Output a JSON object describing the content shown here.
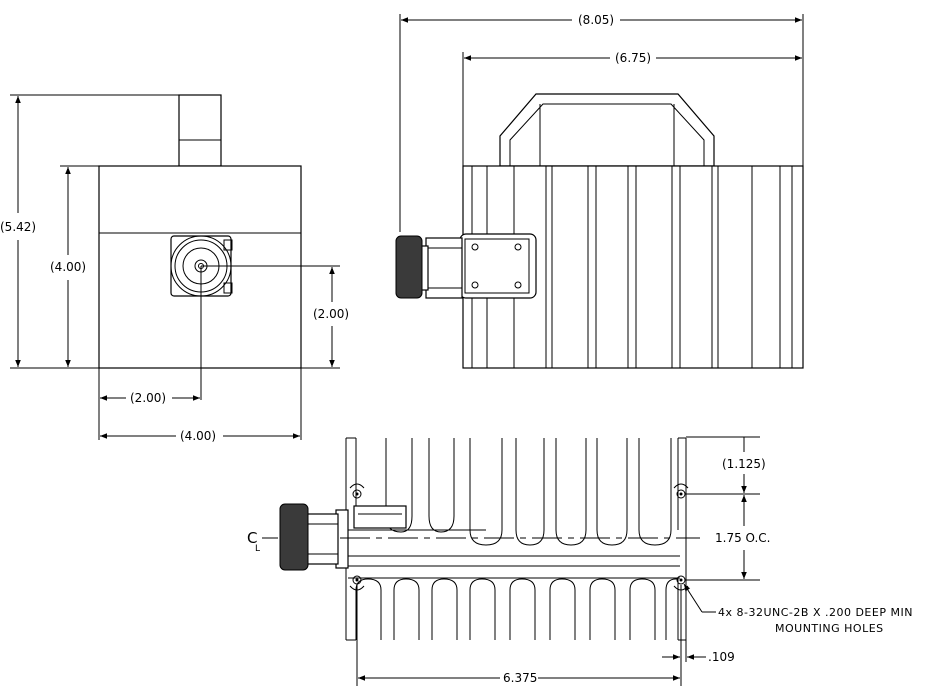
{
  "drawing": {
    "front_view": {
      "height_overall": "(5.42)",
      "height_body": "(4.00)",
      "connector_height": "(2.00)",
      "connector_offset": "(2.00)",
      "width_body": "(4.00)"
    },
    "side_view": {
      "length_overall": "(8.05)",
      "length_body": "(6.75)"
    },
    "top_view": {
      "centerline_symbol": "C",
      "centerline_sub": "L",
      "hole_edge_offset": "(1.125)",
      "hole_spacing": "1.75 O.C.",
      "hole_note_line1": "4x 8-32UNC-2B X .200 DEEP MIN",
      "hole_note_line2": "MOUNTING HOLES",
      "hole_pitch": "6.375",
      "hole_end_offset": ".109"
    }
  }
}
